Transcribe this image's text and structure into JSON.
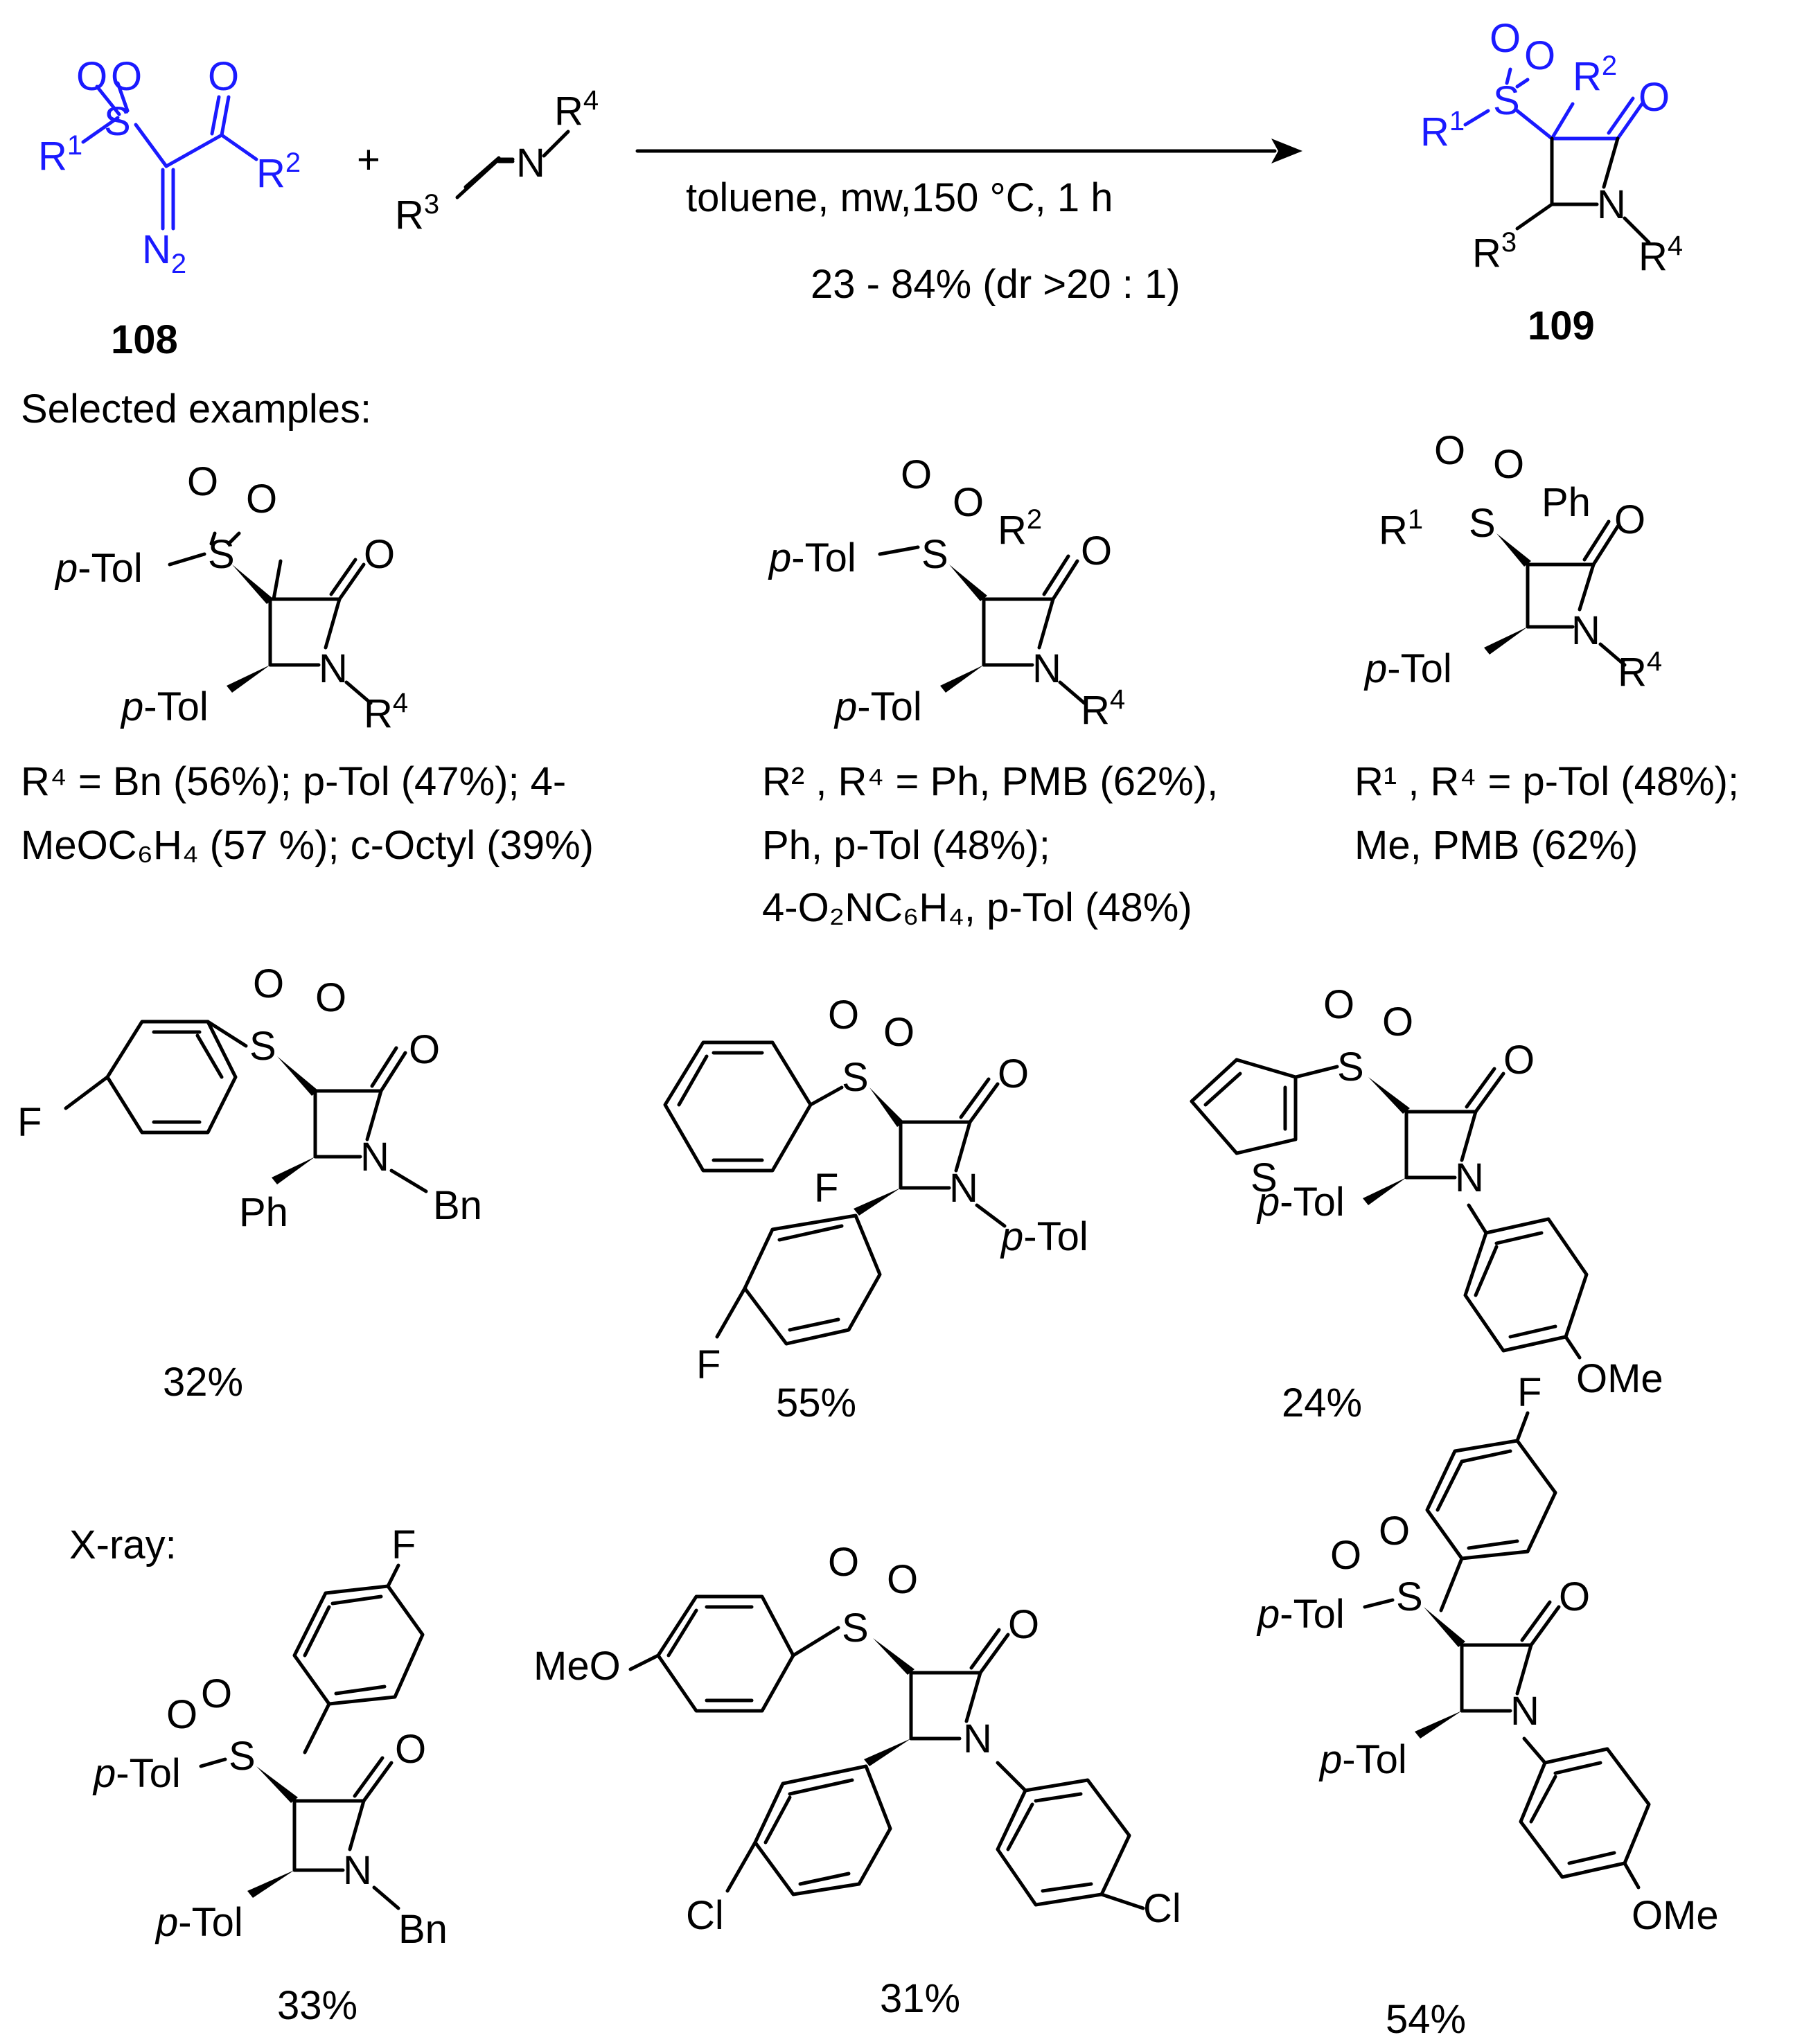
{
  "reaction": {
    "reactant_id": "108",
    "product_id": "109",
    "plus": "+",
    "conditions": "toluene, mw,150 °C, 1 h",
    "yield_range": "23 - 84% (dr >20 : 1)",
    "atoms": {
      "S": "S",
      "O": "O",
      "N": "N",
      "N2": "N",
      "N2_sub": "2",
      "R": "R",
      "sup1": "1",
      "sup2": "2",
      "sup3": "3",
      "sup4": "4"
    }
  },
  "labels": {
    "selected_examples": "Selected examples:",
    "xray": "X-ray:"
  },
  "groups": {
    "pTol": "p-Tol",
    "p": "p",
    "Tol": "-Tol",
    "Ph": "Ph",
    "Bn": "Bn",
    "F": "F",
    "Cl": "Cl",
    "OMe": "OMe",
    "MeO": "MeO"
  },
  "examples_row1": [
    {
      "caption_lines": [
        "R⁴ = Bn (56%); p-Tol (47%); 4-",
        "MeOC₆H₄ (57 %); c-Octyl (39%)"
      ]
    },
    {
      "caption_lines": [
        "R² , R⁴ = Ph, PMB (62%),",
        "Ph, p-Tol (48%);",
        "4-O₂NC₆H₄,  p-Tol (48%)"
      ]
    },
    {
      "caption_lines": [
        "R¹ , R⁴ = p-Tol (48%);",
        "Me, PMB (62%)"
      ]
    }
  ],
  "examples_row2_yields": [
    "32%",
    "55%",
    "24%"
  ],
  "examples_row3_yields": [
    "33%",
    "31%",
    "54%"
  ],
  "colors": {
    "highlight": "#1a1aff",
    "ink": "#000000"
  }
}
